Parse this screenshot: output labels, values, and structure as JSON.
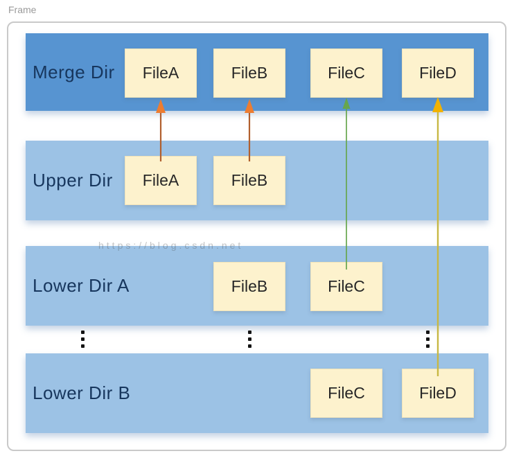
{
  "frame_label": "Frame",
  "watermark": "https://blog.csdn.net",
  "rows": [
    {
      "label": "Merge Dir",
      "files": [
        "FileA",
        "FileB",
        "FileC",
        "FileD"
      ]
    },
    {
      "label": "Upper Dir",
      "files": [
        "FileA",
        "FileB"
      ]
    },
    {
      "label": "Lower Dir A",
      "files": [
        "FileB",
        "FileC"
      ]
    },
    {
      "label": "Lower Dir B",
      "files": [
        "FileC",
        "FileD"
      ]
    }
  ],
  "colors": {
    "merge_bar": "#5794d1",
    "light_bar": "#9cc2e5",
    "file_box": "#fdf2cd",
    "file_box_border": "#f0e3ba",
    "bar_label": "#17365d",
    "file_label": "#262626",
    "arrow_orange": "#ed7d31",
    "arrow_orange_line": "#b15f2d",
    "arrow_green": "#67a64d",
    "arrow_yellow": "#f2b200",
    "arrow_yellow_line": "#c8b843",
    "frame_border": "#c9c9c9",
    "frame_label": "#9a9a9a"
  }
}
